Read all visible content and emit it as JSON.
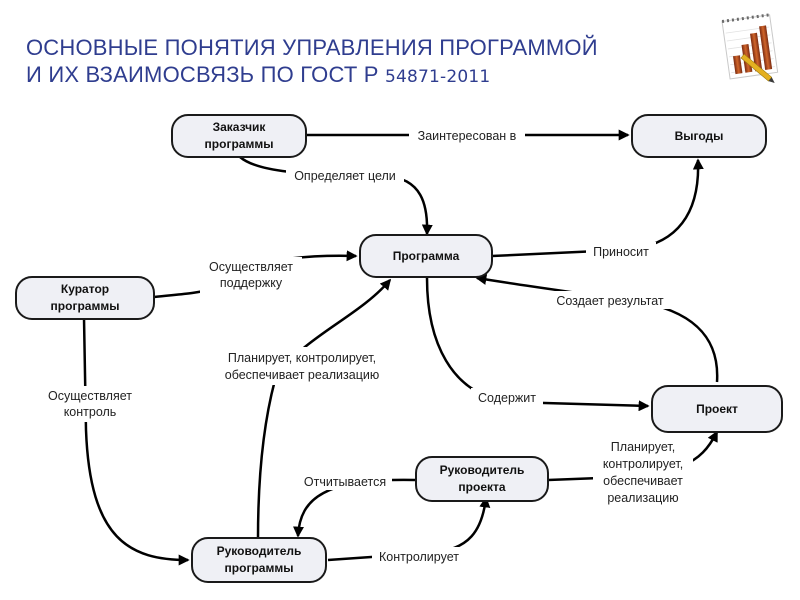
{
  "title": {
    "line1": "ОСНОВНЫЕ ПОНЯТИЯ УПРАВЛЕНИЯ ПРОГРАММОЙ",
    "line2_text": "И ИХ ВЗАИМОСВЯЗЬ ПО ГОСТ Р ",
    "line2_number": "54871-2011"
  },
  "logo_icon": "bar-chart-notepad-icon",
  "nodes": {
    "customer": {
      "line1": "Заказчик",
      "line2": "программы"
    },
    "benefits": {
      "line1": "Выгоды"
    },
    "program": {
      "line1": "Программа"
    },
    "curator": {
      "line1": "Куратор",
      "line2": "программы"
    },
    "project": {
      "line1": "Проект"
    },
    "project_manager": {
      "line1": "Руководитель",
      "line2": "проекта"
    },
    "program_manager": {
      "line1": "Руководитель",
      "line2": "программы"
    }
  },
  "edges": {
    "interested_in": {
      "lines": [
        "Заинтересован в"
      ]
    },
    "defines_goals": {
      "lines": [
        "Определяет цели"
      ]
    },
    "brings": {
      "lines": [
        "Приносит"
      ]
    },
    "supports": {
      "lines": [
        "Осуществляет",
        "поддержку"
      ]
    },
    "creates_result": {
      "lines": [
        "Создает результат"
      ]
    },
    "plans_program": {
      "lines": [
        "Планирует, контролирует,",
        "обеспечивает реализацию"
      ]
    },
    "contains": {
      "lines": [
        "Содержит"
      ]
    },
    "controls_curator": {
      "lines": [
        "Осуществляет",
        "контроль"
      ]
    },
    "reports": {
      "lines": [
        "Отчитывается"
      ]
    },
    "plans_project": {
      "lines": [
        "Планирует,",
        "контролирует,",
        "обеспечивает",
        "реализацию"
      ]
    },
    "controls_pm": {
      "lines": [
        "Контролирует"
      ]
    }
  }
}
